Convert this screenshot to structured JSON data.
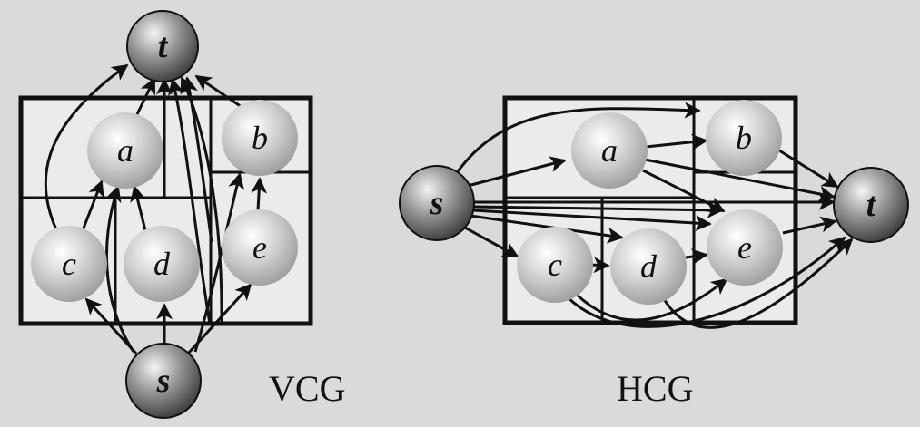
{
  "vcg": {
    "caption": "VCG",
    "nodes": {
      "t": "t",
      "a": "a",
      "b": "b",
      "c": "c",
      "d": "d",
      "e": "e",
      "s": "s"
    }
  },
  "hcg": {
    "caption": "HCG",
    "nodes": {
      "s": "s",
      "a": "a",
      "b": "b",
      "c": "c",
      "d": "d",
      "e": "e",
      "t": "t"
    }
  }
}
